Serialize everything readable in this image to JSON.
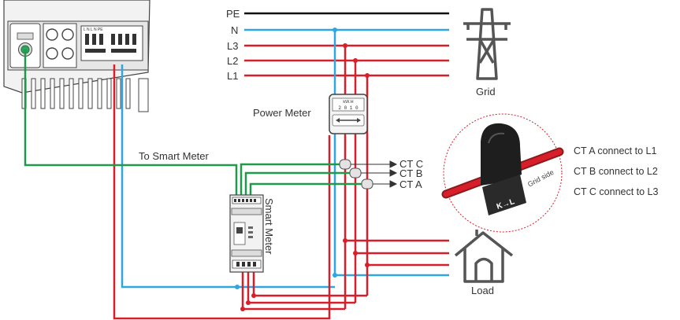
{
  "bus_labels": {
    "pe": "PE",
    "n": "N",
    "l3": "L3",
    "l2": "L2",
    "l1": "L1"
  },
  "labels": {
    "grid": "Grid",
    "load": "Load",
    "power_meter": "Power Meter",
    "to_smart_meter": "To Smart Meter",
    "smart_meter": "Smart Meter",
    "grid_side": "Grid side",
    "kl": "K→L"
  },
  "power_meter": {
    "unit": "kW.H",
    "reading": "2 0 1 0"
  },
  "ct_labels": {
    "c": "CT C",
    "b": "CT B",
    "a": "CT A"
  },
  "ct_notes": {
    "a": "CT A connect to L1",
    "b": "CT B connect to L2",
    "c": "CT C connect to L3"
  },
  "inverter": {
    "terminal_labels": "L  N    L  N  PE"
  },
  "colors": {
    "pe": "#111111",
    "neutral": "#2fa6e0",
    "phase": "#d81e2a",
    "comm": "#1e9a4a",
    "outline": "#444444"
  },
  "icons": [
    "transmission-tower-icon",
    "house-icon",
    "ct-clamp-icon"
  ]
}
